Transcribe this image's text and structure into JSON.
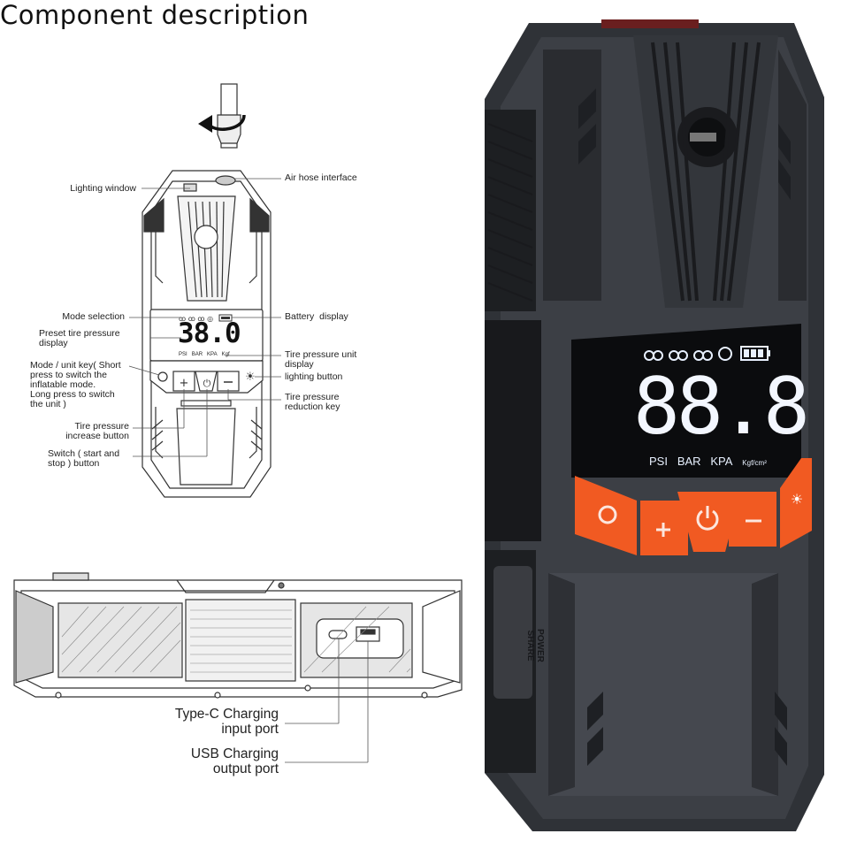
{
  "title": "Component description",
  "labels": {
    "lighting_window": "Lighting window",
    "air_hose_interface": "Air hose interface",
    "mode_selection": "Mode selection",
    "battery_display": "Battery  display",
    "preset_tire_pressure_display": "Preset tire pressure\ndisplay",
    "tire_pressure_unit_display": "Tire pressure unit\ndisplay",
    "mode_unit_key": "Mode / unit key( Short\npress to switch the\ninflatable mode.\nLong press to switch\nthe unit )",
    "lighting_button": "lighting button",
    "tire_pressure_reduction_key": "Tire pressure\nreduction key",
    "tire_pressure_increase_button": "Tire pressure\nincrease button",
    "switch_button": "Switch ( start and\nstop ) button",
    "type_c_port": "Type-C Charging\ninput port",
    "usb_port": "USB Charging\noutput port"
  },
  "sketch_display": {
    "value": "38.0",
    "units": [
      "PSI",
      "BAR",
      "KPA",
      "Kgf"
    ]
  },
  "photo_display": {
    "value": "88.8",
    "units": [
      "PSI",
      "BAR",
      "KPA",
      "Kgf/cm²"
    ],
    "power_share": "POWER\nSHARE"
  },
  "colors": {
    "accent_orange": "#f15a22",
    "device_body": "#3d4046",
    "screen_bg": "#0b0c0e"
  }
}
